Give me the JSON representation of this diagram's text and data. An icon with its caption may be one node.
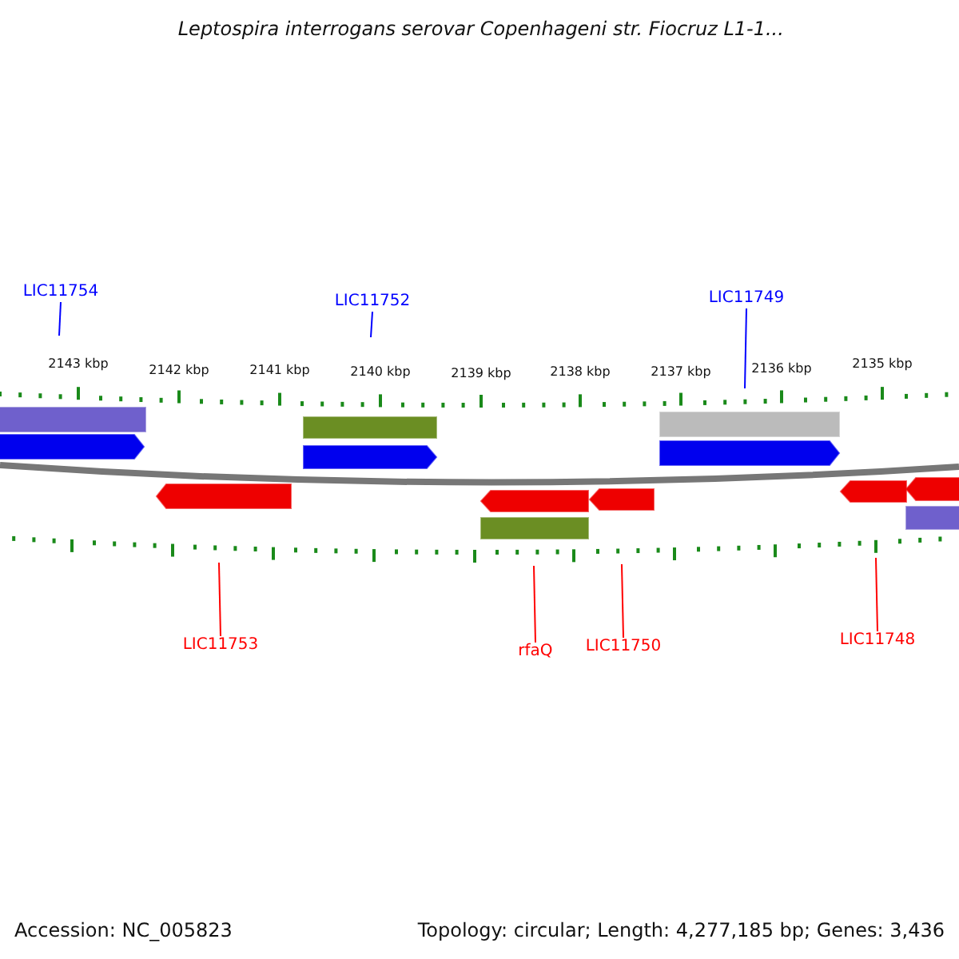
{
  "diagram": {
    "title": "Leptospira interrogans serovar Copenhageni str. Fiocruz L1-1...",
    "nodes": [
      {
        "text": [
          "LIC11754"
        ]
      },
      {
        "text": [
          "LIC11752"
        ]
      },
      {
        "text": [
          "LIC11749"
        ]
      },
      {
        "text": [
          "LIC11753"
        ]
      },
      {
        "text": [
          "rfaQ"
        ]
      },
      {
        "text": [
          "LIC11750"
        ]
      },
      {
        "text": [
          "LIC11748"
        ]
      }
    ],
    "edges": [
      {
        "from": 0,
        "to": null,
        "arrow": "none",
        "color": "#0000ff"
      },
      {
        "from": 1,
        "to": null,
        "arrow": "none",
        "color": "#0000ff"
      },
      {
        "from": 2,
        "to": null,
        "arrow": "none",
        "color": "#0000ff"
      },
      {
        "from": 3,
        "to": null,
        "arrow": "none"
      },
      {
        "from": 4,
        "to": null,
        "arrow": "none"
      },
      {
        "from": 5,
        "to": null,
        "arrow": "none"
      },
      {
        "from": 6,
        "to": null,
        "arrow": "none"
      }
    ],
    "labels": [
      "2143 kbp",
      "2142 kbp",
      "2141 kbp",
      "2140 kbp",
      "2139 kbp",
      "2138 kbp",
      "2137 kbp",
      "2136 kbp",
      "2135 kbp",
      "Accession: NC_005823",
      "Topology: circular; Length: 4,277,185 bp; Genes: 3,436"
    ]
  }
}
